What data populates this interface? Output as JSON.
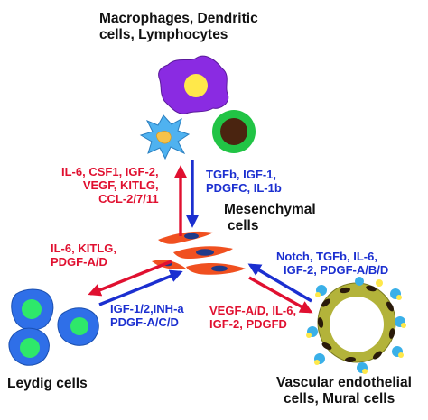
{
  "cell_types": {
    "immune_line1": "Macrophages, Dendritic",
    "immune_line2": "cells, Lymphocytes",
    "mesenchymal_line1": "Mesenchymal",
    "mesenchymal_line2": "cells",
    "leydig": "Leydig cells",
    "vascular_line1": "Vascular endothelial",
    "vascular_line2": "cells, Mural cells"
  },
  "factors": {
    "to_immune": [
      "IL-6, CSF1, IGF-2,",
      "VEGF, KITLG,",
      "CCL-2/7/11"
    ],
    "from_immune": [
      "TGFb, IGF-1,",
      "PDGFC, IL-1b"
    ],
    "to_leydig": [
      "IL-6, KITLG,",
      "PDGF-A/D"
    ],
    "from_leydig": [
      "IGF-1/2,INH-a",
      "PDGF-A/C/D"
    ],
    "from_vascular": [
      "Notch, TGFb, IL-6,",
      "IGF-2, PDGF-A/B/D"
    ],
    "to_vascular": [
      "VEGF-A/D, IL-6,",
      "IGF-2, PDGFD"
    ]
  },
  "colors": {
    "mesenchyme_to_target": "#e01030",
    "target_to_mesenchyme": "#1b2fd0",
    "macrophage": "#8a2be2",
    "cell_nucleus_yellow": "#ffe84a",
    "lymphocyte": "#21c445",
    "dendritic": "#4fb2f0",
    "mesenchymal": "#f05020",
    "leydig": "#2f6fe8",
    "leydig_nucleus": "#2ee86a",
    "vessel_wall": "#b3b33a"
  }
}
